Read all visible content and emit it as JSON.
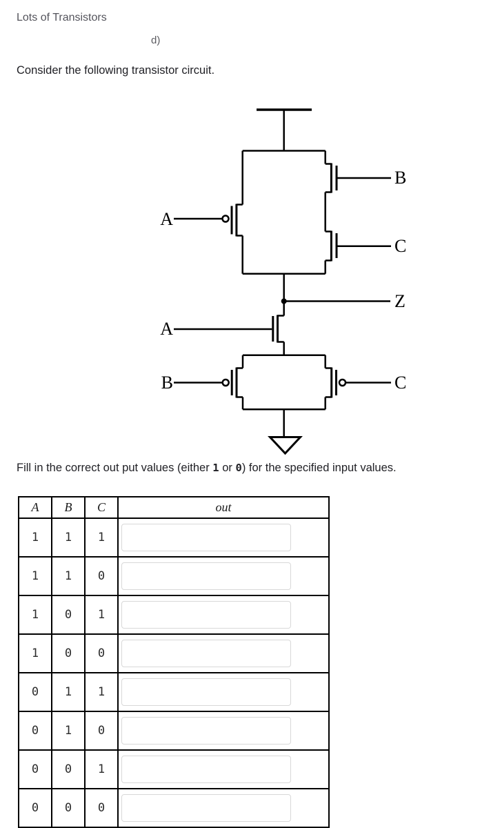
{
  "header": {
    "title": "Lots of Transistors",
    "part_label": "d)",
    "intro": "Consider the following transistor circuit."
  },
  "circuit": {
    "labels": {
      "pullup_gate_a": "A",
      "pullup_gate_b": "B",
      "pullup_gate_c": "C",
      "output": "Z",
      "middle_gate_a": "A",
      "pulldown_gate_b": "B",
      "pulldown_gate_c": "C"
    }
  },
  "instruction": {
    "prefix": "Fill in the correct out put values (either ",
    "one": "1",
    "middle": " or ",
    "zero": "0",
    "suffix": ") for the specified input values."
  },
  "table": {
    "headers": {
      "a": "A",
      "b": "B",
      "c": "C",
      "out": "out"
    },
    "rows": [
      {
        "a": "1",
        "b": "1",
        "c": "1",
        "out": ""
      },
      {
        "a": "1",
        "b": "1",
        "c": "0",
        "out": ""
      },
      {
        "a": "1",
        "b": "0",
        "c": "1",
        "out": ""
      },
      {
        "a": "1",
        "b": "0",
        "c": "0",
        "out": ""
      },
      {
        "a": "0",
        "b": "1",
        "c": "1",
        "out": ""
      },
      {
        "a": "0",
        "b": "1",
        "c": "0",
        "out": ""
      },
      {
        "a": "0",
        "b": "0",
        "c": "1",
        "out": ""
      },
      {
        "a": "0",
        "b": "0",
        "c": "0",
        "out": ""
      }
    ]
  },
  "colors": {
    "title_text": "#54545c",
    "body_text": "#212126",
    "table_border": "#000000",
    "input_border": "#d8d8d8",
    "circuit_stroke": "#000000"
  }
}
